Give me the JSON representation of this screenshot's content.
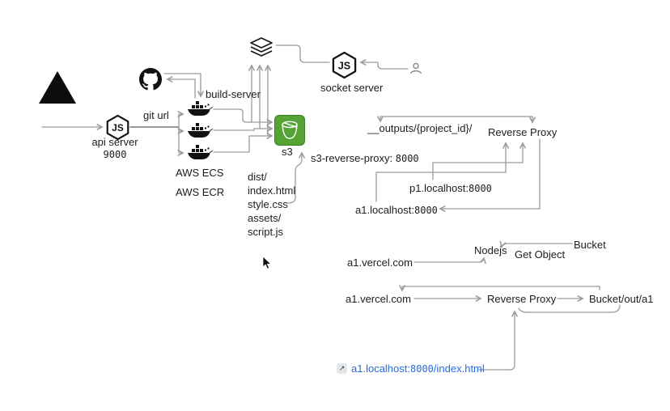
{
  "icons": {
    "js_glyph": "JS",
    "external_arrow": "↗"
  },
  "colors": {
    "s3_green": "#55a335",
    "link_blue": "#2a6bdb",
    "connector_gray": "#9b9b9b"
  },
  "nodes": {
    "api_server": {
      "label": "api server",
      "port": "9000"
    },
    "git_url": "git url",
    "build_server": "build-server",
    "socket_server": "socket server",
    "s3": "s3",
    "aws_ecs": "AWS ECS",
    "aws_ecr": "AWS ECR"
  },
  "file_list": [
    "dist/",
    "index.html",
    "style.css",
    "assets/",
    "script.js"
  ],
  "proxy": {
    "outputs_path": "__outputs/{project_id}/",
    "reverse_proxy": "Reverse Proxy",
    "s3_reverse_proxy_label": "s3-reverse-proxy: ",
    "s3_reverse_proxy_port": "8000",
    "p1_label": "p1.localhost:",
    "p1_port": "8000",
    "a1_label": "a1.localhost:",
    "a1_port": "8000"
  },
  "flow_a": {
    "domain": "a1.vercel.com",
    "nodejs": "Nodejs",
    "get_object": "Get Object",
    "bucket": "Bucket"
  },
  "flow_b": {
    "domain": "a1.vercel.com",
    "reverse_proxy": "Reverse Proxy",
    "bucket_path": "Bucket/out/a1"
  },
  "link": {
    "prefix": "a1.localhost:",
    "port": "8000",
    "suffix": "/index.html"
  }
}
